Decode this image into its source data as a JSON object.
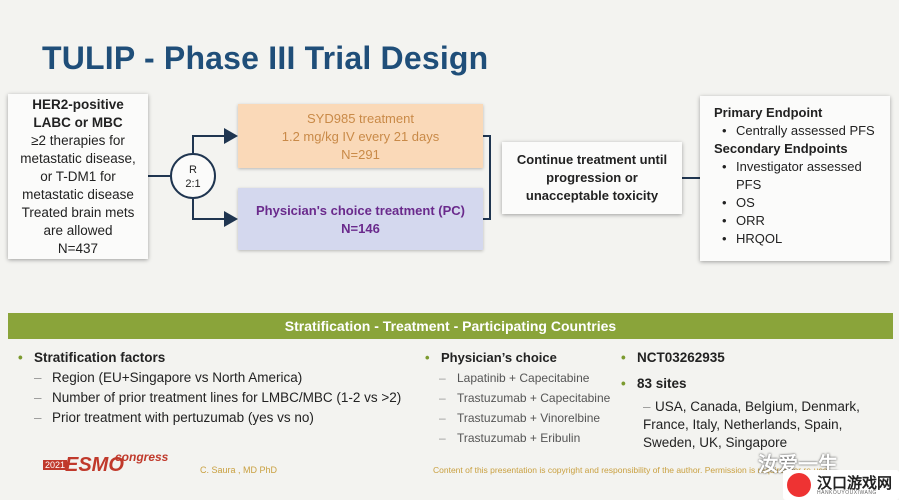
{
  "title": "TULIP - Phase III Trial Design",
  "population": {
    "line1": "HER2-positive",
    "line2": "LABC or MBC",
    "line3": "≥2 therapies for",
    "line4": "metastatic disease,",
    "line5": "or T-DM1 for",
    "line6": "metastatic disease",
    "line7": "Treated brain mets",
    "line8": "are allowed",
    "line9": "N=437"
  },
  "randomization": {
    "line1": "R",
    "line2": "2:1"
  },
  "arm1": {
    "line1": "SYD985 treatment",
    "line2": "1.2 mg/kg IV every 21 days",
    "line3": "N=291"
  },
  "arm2": {
    "line1": "Physician's choice treatment (PC)",
    "line2": "N=146"
  },
  "continue": {
    "line1": "Continue treatment until",
    "line2": "progression or",
    "line3": "unacceptable toxicity"
  },
  "endpoints": {
    "primary_title": "Primary Endpoint",
    "primary_item": "Centrally assessed PFS",
    "secondary_title": "Secondary Endpoints",
    "secondary_items": [
      "Investigator assessed PFS",
      "OS",
      "ORR",
      "HRQOL"
    ]
  },
  "band_title": "Stratification - Treatment  - Participating Countries",
  "stratification": {
    "title": "Stratification factors",
    "items": [
      "Region (EU+Singapore vs North America)",
      "Number of prior treatment lines for LMBC/MBC (1-2 vs >2)",
      "Prior treatment with pertuzumab (yes vs no)"
    ]
  },
  "physician_choice": {
    "title": "Physician’s choice",
    "items": [
      "Lapatinib + Capecitabine",
      "Trastuzumab + Capecitabine",
      "Trastuzumab + Vinorelbine",
      "Trastuzumab + Eribulin"
    ]
  },
  "trial_id": "NCT03262935",
  "sites": {
    "title": "83 sites",
    "countries": "USA, Canada, Belgium, Denmark, France, Italy, Netherlands, Spain, Sweden, UK, Singapore"
  },
  "footer": {
    "year": "2021",
    "esmo": "ESMO",
    "congress": "congress",
    "author": "C. Saura , MD PhD",
    "copyright": "Content of this presentation is copyright and responsibility of the author. Permission is required for re-use."
  },
  "watermark": {
    "text1": "汝爱一生",
    "text2": "汉口游戏网",
    "text3": "HANKOUYOUXIWANG"
  },
  "colors": {
    "title": "#1f4e79",
    "band": "#8aa43a",
    "arm1_bg": "#fad9b8",
    "arm2_bg": "#d4d8ee",
    "arm2_text": "#6a2a8c",
    "accent_bullet": "#7b9a2e"
  }
}
